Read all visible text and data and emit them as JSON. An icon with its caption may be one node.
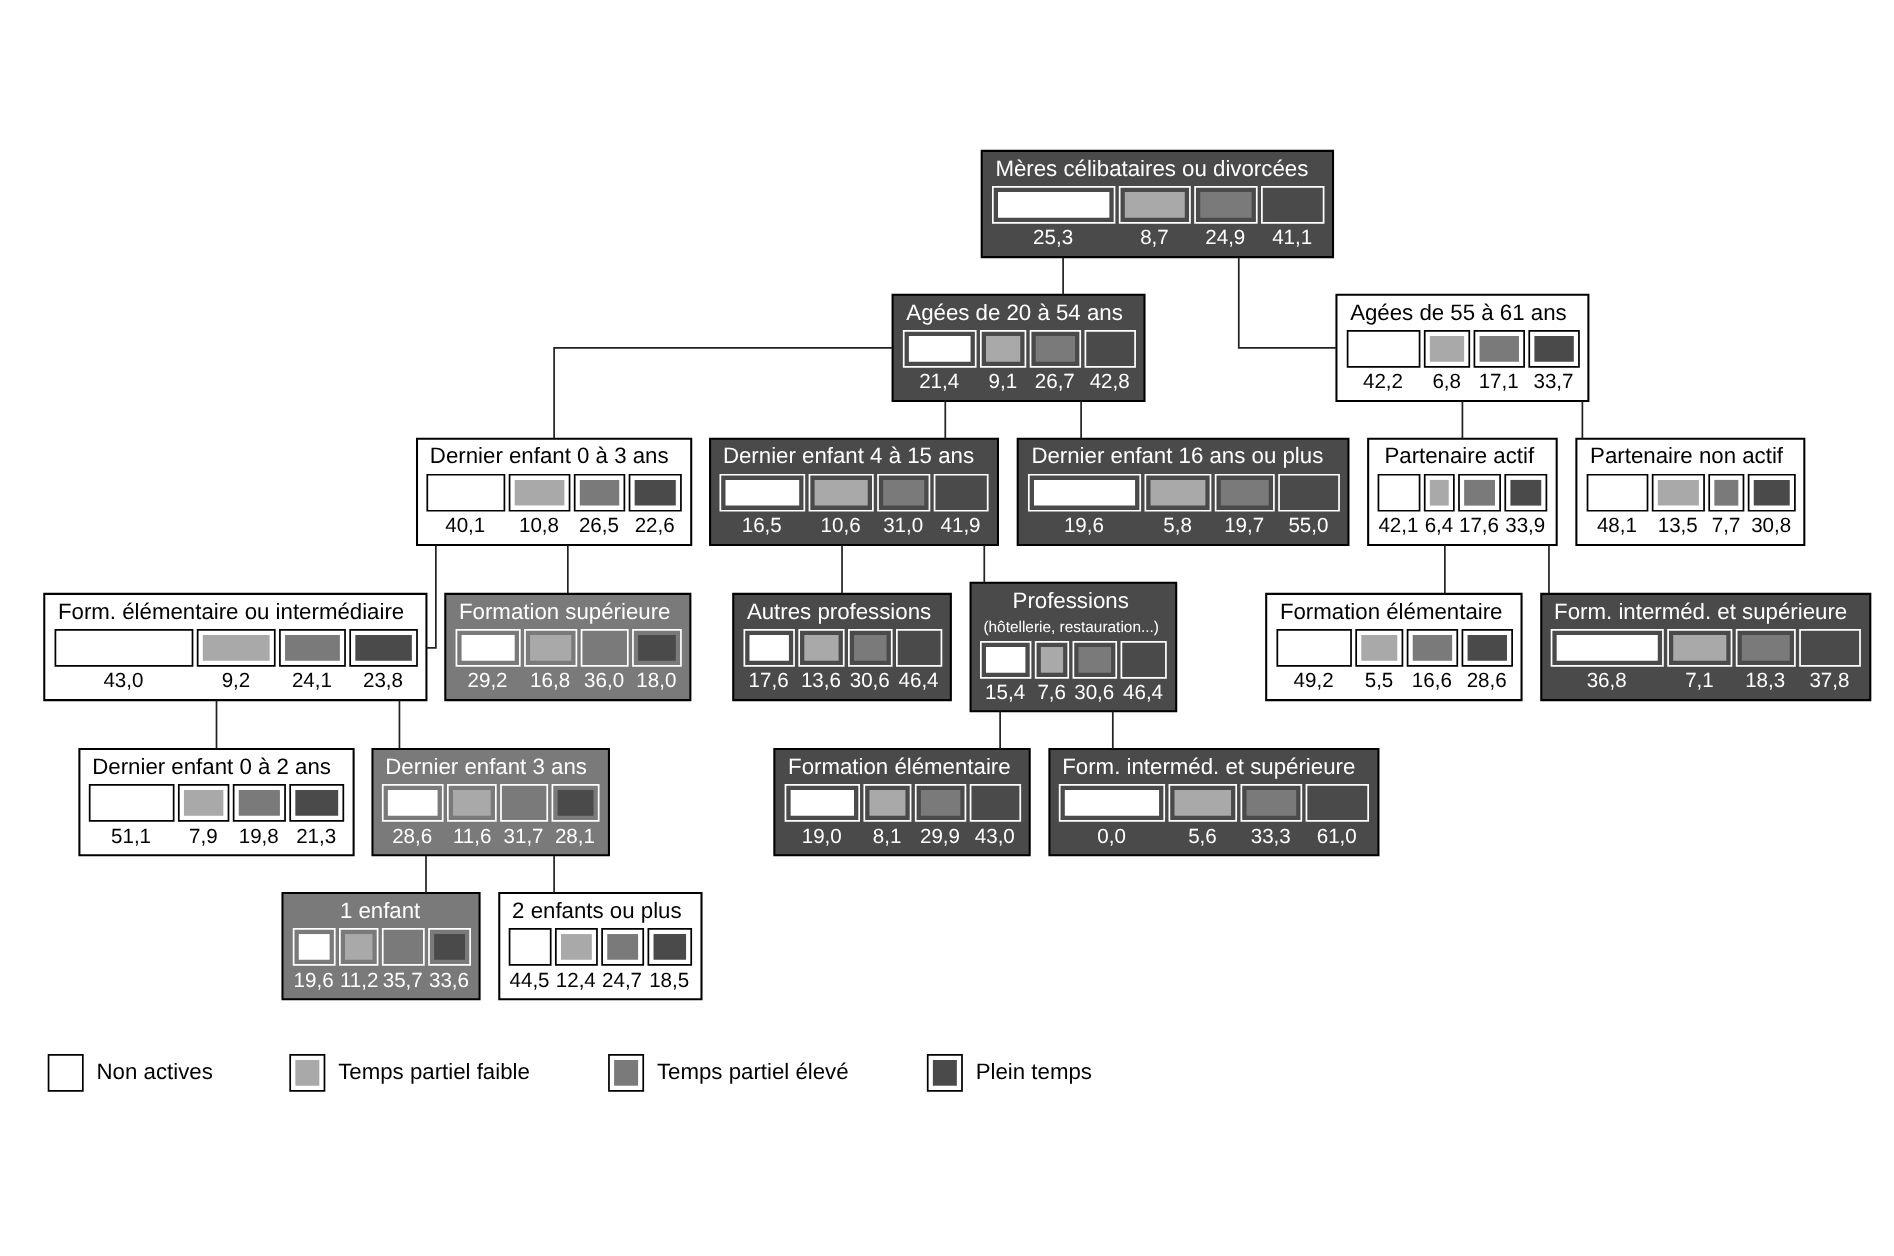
{
  "diagram": {
    "nodes": [
      {
        "text": [
          "Mères célibataires ou divorcées",
          "25,3",
          "8,7",
          "24,9",
          "41,1"
        ]
      },
      {
        "text": [
          "Agées de 20 à 54 ans",
          "21,4",
          "9,1",
          "26,7",
          "42,8"
        ]
      },
      {
        "text": [
          "Agées de 55 à 61 ans",
          "42,2",
          "6,8",
          "17,1",
          "33,7"
        ]
      },
      {
        "text": [
          "Dernier enfant 0 à 3 ans",
          "40,1",
          "10,8",
          "26,5",
          "22,6"
        ]
      },
      {
        "text": [
          "Dernier enfant 4 à 15 ans",
          "16,5",
          "10,6",
          "31,0",
          "41,9"
        ]
      },
      {
        "text": [
          "Dernier enfant 16 ans ou plus",
          "19,6",
          "5,8",
          "19,7",
          "55,0"
        ]
      },
      {
        "text": [
          "Partenaire actif",
          "42,1",
          "6,4",
          "17,6",
          "33,9"
        ]
      },
      {
        "text": [
          "Partenaire non actif",
          "48,1",
          "13,5",
          "7,7",
          "30,8"
        ]
      },
      {
        "text": [
          "Form. élémentaire ou intermédiaire",
          "43,0",
          "9,2",
          "24,1",
          "23,8"
        ]
      },
      {
        "text": [
          "Formation supérieure",
          "29,2",
          "16,8",
          "36,0",
          "18,0"
        ]
      },
      {
        "text": [
          "Autres professions",
          "17,6",
          "13,6",
          "30,6",
          "46,4"
        ]
      },
      {
        "text": [
          "Professions",
          "(hôtellerie, restauration...)",
          "15,4",
          "7,6",
          "30,6",
          "46,4"
        ]
      },
      {
        "text": [
          "Formation élémentaire",
          "49,2",
          "5,5",
          "16,6",
          "28,6"
        ]
      },
      {
        "text": [
          "Form. interméd. et supérieure",
          "36,8",
          "7,1",
          "18,3",
          "37,8"
        ]
      },
      {
        "text": [
          "Dernier enfant 0 à 2 ans",
          "51,1",
          "7,9",
          "19,8",
          "21,3"
        ]
      },
      {
        "text": [
          "Dernier enfant 3 ans",
          "28,6",
          "11,6",
          "31,7",
          "28,1"
        ]
      },
      {
        "text": [
          "Formation élémentaire",
          "19,0",
          "8,1",
          "29,9",
          "43,0"
        ]
      },
      {
        "text": [
          "Form. interméd. et supérieure",
          "0,0",
          "5,6",
          "33,3",
          "61,0"
        ]
      },
      {
        "text": [
          "1 enfant",
          "19,6",
          "11,2",
          "35,7",
          "33,6"
        ]
      },
      {
        "text": [
          "2 enfants ou plus",
          "44,5",
          "12,4",
          "24,7",
          "18,5"
        ]
      }
    ],
    "edges": [
      {
        "from": 0,
        "to": 1,
        "arrow": "none"
      },
      {
        "from": 0,
        "to": 2,
        "arrow": "none"
      },
      {
        "from": 1,
        "to": 3,
        "arrow": "none"
      },
      {
        "from": 1,
        "to": 4,
        "arrow": "none"
      },
      {
        "from": 1,
        "to": 5,
        "arrow": "none"
      },
      {
        "from": 2,
        "to": 6,
        "arrow": "none"
      },
      {
        "from": 2,
        "to": 7,
        "arrow": "none"
      },
      {
        "from": 3,
        "to": 8,
        "arrow": "none"
      },
      {
        "from": 3,
        "to": 9,
        "arrow": "none"
      },
      {
        "from": 4,
        "to": 10,
        "arrow": "none"
      },
      {
        "from": 4,
        "to": 11,
        "arrow": "none"
      },
      {
        "from": 6,
        "to": 12,
        "arrow": "none"
      },
      {
        "from": 6,
        "to": 13,
        "arrow": "none"
      },
      {
        "from": 8,
        "to": 14,
        "arrow": "none"
      },
      {
        "from": 8,
        "to": 15,
        "arrow": "none"
      },
      {
        "from": 11,
        "to": 16,
        "arrow": "none"
      },
      {
        "from": 11,
        "to": 17,
        "arrow": "none"
      },
      {
        "from": 15,
        "to": 18,
        "arrow": "none"
      },
      {
        "from": 15,
        "to": 19,
        "arrow": "none"
      }
    ],
    "legend": [
      {
        "text": "Non actives",
        "color": "#ffffff"
      },
      {
        "text": "Temps partiel faible",
        "color": "#a9a9a9"
      },
      {
        "text": "Temps partiel élevé",
        "color": "#7a7a7a"
      },
      {
        "text": "Plein temps",
        "color": "#4a4a4a"
      }
    ]
  }
}
